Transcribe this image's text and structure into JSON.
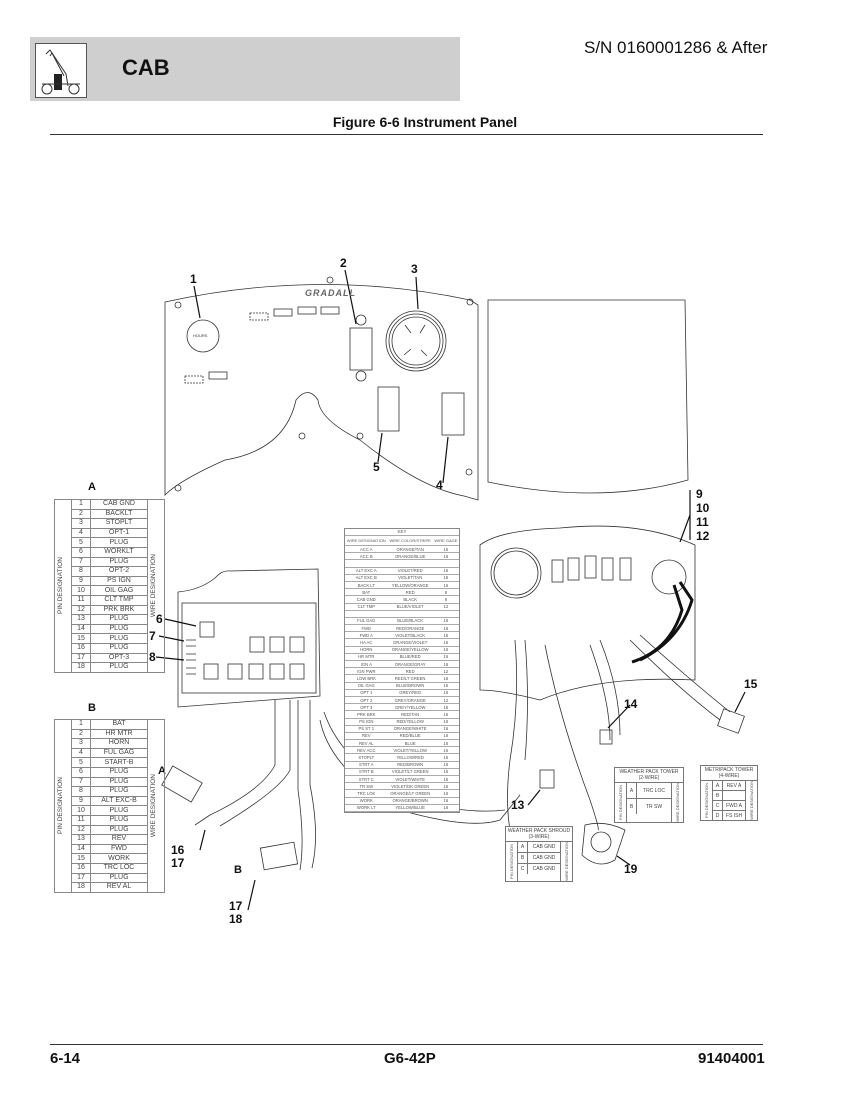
{
  "header": {
    "section": "CAB",
    "serial": "S/N 0160001286 & After",
    "figure_title": "Figure 6-6 Instrument Panel",
    "logo_icon": "telehandler-icon"
  },
  "footer": {
    "page": "6-14",
    "model": "G6-42P",
    "doc_number": "91404001"
  },
  "callouts": [
    "1",
    "2",
    "3",
    "4",
    "5",
    "6",
    "7",
    "8",
    "9",
    "10",
    "11",
    "12",
    "13",
    "14",
    "15",
    "16",
    "17",
    "17",
    "18",
    "19"
  ],
  "panel": {
    "brand": "GRADALL",
    "hourmeter_label": "HOURS"
  },
  "connector_a": {
    "title": "A",
    "pin_header": "PIN DESIGNATION",
    "wire_header": "WIRE DESIGNATION",
    "pins": [
      {
        "pin": "1",
        "wire": "CAB GND"
      },
      {
        "pin": "2",
        "wire": "BACKLT"
      },
      {
        "pin": "3",
        "wire": "STOPLT"
      },
      {
        "pin": "4",
        "wire": "OPT-1"
      },
      {
        "pin": "5",
        "wire": "PLUG"
      },
      {
        "pin": "6",
        "wire": "WORKLT"
      },
      {
        "pin": "7",
        "wire": "PLUG"
      },
      {
        "pin": "8",
        "wire": "OPT-2"
      },
      {
        "pin": "9",
        "wire": "PS IGN"
      },
      {
        "pin": "10",
        "wire": "OIL GAG"
      },
      {
        "pin": "11",
        "wire": "CLT TMP"
      },
      {
        "pin": "12",
        "wire": "PRK BRK"
      },
      {
        "pin": "13",
        "wire": "PLUG"
      },
      {
        "pin": "14",
        "wire": "PLUG"
      },
      {
        "pin": "15",
        "wire": "PLUG"
      },
      {
        "pin": "16",
        "wire": "PLUG"
      },
      {
        "pin": "17",
        "wire": "OPT-3"
      },
      {
        "pin": "18",
        "wire": "PLUG"
      }
    ]
  },
  "connector_b": {
    "title": "B",
    "pin_header": "PIN DESIGNATION",
    "wire_header": "WIRE DESIGNATION",
    "pins": [
      {
        "pin": "1",
        "wire": "BAT"
      },
      {
        "pin": "2",
        "wire": "HR MTR"
      },
      {
        "pin": "3",
        "wire": "HORN"
      },
      {
        "pin": "4",
        "wire": "FUL GAG"
      },
      {
        "pin": "5",
        "wire": "START-B"
      },
      {
        "pin": "6",
        "wire": "PLUG"
      },
      {
        "pin": "7",
        "wire": "PLUG"
      },
      {
        "pin": "8",
        "wire": "PLUG"
      },
      {
        "pin": "9",
        "wire": "ALT EXC-B"
      },
      {
        "pin": "10",
        "wire": "PLUG"
      },
      {
        "pin": "11",
        "wire": "PLUG"
      },
      {
        "pin": "12",
        "wire": "PLUG"
      },
      {
        "pin": "13",
        "wire": "REV"
      },
      {
        "pin": "14",
        "wire": "FWD"
      },
      {
        "pin": "15",
        "wire": "WORK"
      },
      {
        "pin": "16",
        "wire": "TRC LOC"
      },
      {
        "pin": "17",
        "wire": "PLUG"
      },
      {
        "pin": "18",
        "wire": "REV AL"
      }
    ]
  },
  "wire_key": {
    "title": "KEY",
    "headers": [
      "WIRE DESIGNATION",
      "WIRE COLOR/STRIPE",
      "WIRE GAGE"
    ],
    "rows": [
      [
        "ACC A",
        "ORANGE/TAN",
        "16"
      ],
      [
        "ACC B",
        "ORANGE/BLUE",
        "16"
      ],
      [
        "",
        "",
        ""
      ],
      [
        "ALT EXC A",
        "VIOLET/RED",
        "16"
      ],
      [
        "ALT EXC B",
        "VIOLET/TAN",
        "16"
      ],
      [
        "BACK LT",
        "YELLOW/ORANGE",
        "16"
      ],
      [
        "BAT",
        "RED",
        "8"
      ],
      [
        "CAB GND",
        "BLACK",
        "8"
      ],
      [
        "CLT TMP",
        "BLUE/VIOLET",
        "12"
      ],
      [
        "",
        "",
        ""
      ],
      [
        "FUL GAG",
        "BLUE/BLACK",
        "16"
      ],
      [
        "FWD",
        "RED/ORANGE",
        "16"
      ],
      [
        "FWD A",
        "VIOLET/BLACK",
        "16"
      ],
      [
        "HA AC",
        "ORANGE/VIOLET",
        "16"
      ],
      [
        "HORN",
        "ORANGE/YELLOW",
        "16"
      ],
      [
        "HR MTR",
        "BLUE/RED",
        "16"
      ],
      [
        "IGN A",
        "ORANGE/GRAY",
        "16"
      ],
      [
        "IGN PWR",
        "RED",
        "12"
      ],
      [
        "LOW BRK",
        "RED/LT GREEN",
        "16"
      ],
      [
        "OIL GAG",
        "BLUE/BROWN",
        "16"
      ],
      [
        "OPT 1",
        "GREY/RED",
        "16"
      ],
      [
        "OPT 2",
        "GREY/ORANGE",
        "12"
      ],
      [
        "OPT 3",
        "GREY/YELLOW",
        "16"
      ],
      [
        "PRK BRK",
        "RED/TAN",
        "16"
      ],
      [
        "PS IGN",
        "RED/YELLOW",
        "16"
      ],
      [
        "PS ST 1",
        "ORANGE/WHITE",
        "16"
      ],
      [
        "REV",
        "RED/BLUE",
        "16"
      ],
      [
        "REV AL",
        "BLUE",
        "16"
      ],
      [
        "REV ACC",
        "VIOLET/YELLOW",
        "16"
      ],
      [
        "STOPLT",
        "YELLOW/RED",
        "16"
      ],
      [
        "STRT A",
        "RED/BROWN",
        "16"
      ],
      [
        "STRT B",
        "VIOLET/LT GREEN",
        "16"
      ],
      [
        "STRT C",
        "VIOLET/WHITE",
        "16"
      ],
      [
        "TR SW",
        "VIOLET/DK GREEN",
        "16"
      ],
      [
        "TRC LOK",
        "ORANGE/LT GREEN",
        "16"
      ],
      [
        "WORK",
        "ORANGE/BROWN",
        "16"
      ],
      [
        "WORK LT",
        "YELLOW/BLUE",
        "16"
      ]
    ]
  },
  "weather_pack_shroud": {
    "title": "WEATHER PACK SHROUD",
    "subtitle": "(3-WIRE)",
    "pin_header": "PIN DESIGNATION",
    "wire_header": "WIRE DESIGNATION",
    "pins": [
      {
        "pin": "A",
        "wire": "CAB GND"
      },
      {
        "pin": "B",
        "wire": "CAB GND"
      },
      {
        "pin": "C",
        "wire": "CAB GND"
      }
    ]
  },
  "weather_pack_tower": {
    "title": "WEATHER PACK TOWER",
    "subtitle": "(2-WIRE)",
    "pin_header": "PIN DESIGNATION",
    "wire_header": "WIRE DESIGNATION",
    "pins": [
      {
        "pin": "A",
        "wire": "TRC LOC"
      },
      {
        "pin": "B",
        "wire": "TR SW"
      }
    ]
  },
  "metripack_tower": {
    "title": "METRIPACK TOWER",
    "subtitle": "(4-WIRE)",
    "pin_header": "PIN DESIGNATION",
    "wire_header": "WIRE DESIGNATION",
    "pins": [
      {
        "pin": "A",
        "wire": "REV A"
      },
      {
        "pin": "B",
        "wire": ""
      },
      {
        "pin": "C",
        "wire": "FWD A"
      },
      {
        "pin": "D",
        "wire": "FS ISH"
      }
    ]
  },
  "connector_labels": {
    "a": "A",
    "b": "B"
  }
}
